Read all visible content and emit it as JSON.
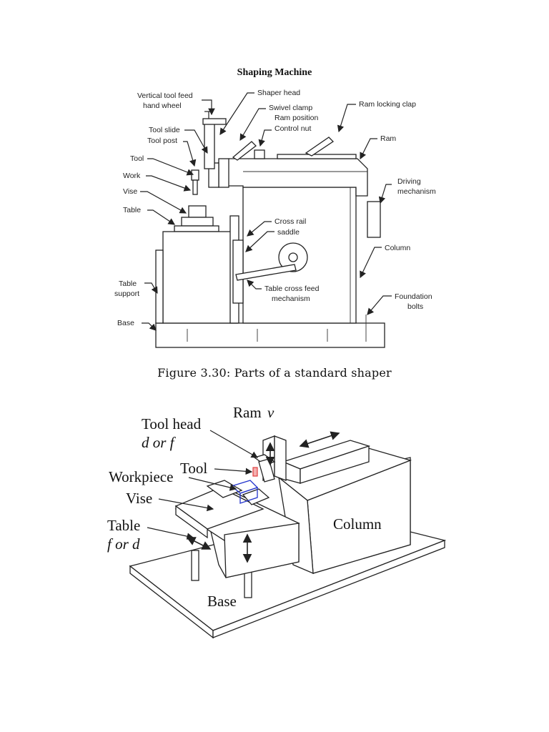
{
  "document": {
    "title": "Shaping Machine",
    "caption": "Figure 3.30: Parts of a standard shaper"
  },
  "top_diagram": {
    "labels": {
      "vertical_feed_1": "Vertical tool feed",
      "vertical_feed_2": "hand wheel",
      "shaper_head": "Shaper head",
      "swivel_clamp": "Swivel clamp",
      "ram_position": "Ram position",
      "control_nut": "Control nut",
      "ram_locking_clap": "Ram locking clap",
      "ram": "Ram",
      "tool_slide": "Tool slide",
      "tool_post": "Tool post",
      "tool": "Tool",
      "work": "Work",
      "vise": "Vise",
      "table": "Table",
      "driving_1": "Driving",
      "driving_2": "mechanism",
      "cross_rail": "Cross rail",
      "saddle": "saddle",
      "column": "Column",
      "table_support_1": "Table",
      "table_support_2": "support",
      "cross_feed_1": "Table cross feed",
      "cross_feed_2": "mechanism",
      "foundation_1": "Foundation",
      "foundation_2": "bolts",
      "base": "Base"
    }
  },
  "bottom_diagram": {
    "labels": {
      "tool_head": "Tool head",
      "tool_head_motion": "d or f",
      "ram": "Ram",
      "ram_motion": "v",
      "tool": "Tool",
      "workpiece": "Workpiece",
      "vise": "Vise",
      "table": "Table",
      "table_motion": "f  or d",
      "column": "Column",
      "base": "Base"
    },
    "colors": {
      "tool": "#e04040",
      "workpiece": "#2233cc"
    }
  }
}
